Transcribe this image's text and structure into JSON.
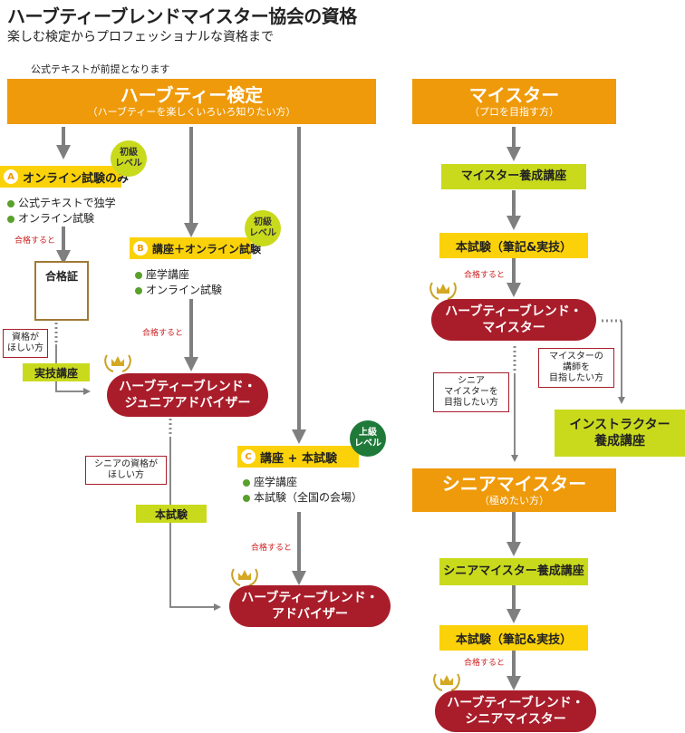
{
  "title": "ハーブティーブレンドマイスター協会の資格",
  "subtitle": "楽しむ検定からプロフェッショナルな資格まで",
  "note": "公式テキストが前提となります",
  "left_header": {
    "title": "ハーブティー検定",
    "subtitle": "（ハーブティーを楽しくいろいろ知りたい方）"
  },
  "right_header": {
    "title": "マイスター",
    "subtitle": "（プロを目指す方）"
  },
  "course_a": {
    "letter": "A",
    "label": "オンライン試験のみ",
    "level": [
      "初級",
      "レベル"
    ],
    "items": [
      "公式テキストで独学",
      "オンライン試験"
    ]
  },
  "course_b": {
    "letter": "B",
    "label": "講座＋オンライン試験",
    "level": [
      "初級",
      "レベル"
    ],
    "items": [
      "座学講座",
      "オンライン試験"
    ]
  },
  "course_c": {
    "letter": "C",
    "label": "講座 + 本試験",
    "level": [
      "上級",
      "レベル"
    ],
    "items": [
      "座学講座",
      "本試験（全国の会場）"
    ]
  },
  "pass_label": "合格すると",
  "certificate": "合格証",
  "want_cert": [
    "資格が",
    "ほしい方"
  ],
  "practical_course": "実技講座",
  "junior_advisor": [
    "ハーブティーブレンド・",
    "ジュニアアドバイザー"
  ],
  "want_senior_cert": [
    "シニアの資格が",
    "ほしい方"
  ],
  "main_exam": "本試験",
  "advisor": [
    "ハーブティーブレンド・",
    "アドバイザー"
  ],
  "meister_training": "マイスター養成講座",
  "exam_practical": "本試験（筆記&実技）",
  "meister": [
    "ハーブティーブレンド・",
    "マイスター"
  ],
  "aim_instructor": [
    "マイスターの",
    "講師を",
    "目指したい方"
  ],
  "aim_senior": [
    "シニア",
    "マイスターを",
    "目指したい方"
  ],
  "instructor_training": [
    "インストラクター",
    "養成講座"
  ],
  "senior_header": {
    "title": "シニアマイスター",
    "subtitle": "（極めたい方）"
  },
  "senior_training": "シニアマイスター養成講座",
  "senior_meister": [
    "ハーブティーブレンド・",
    "シニアマイスター"
  ],
  "colors": {
    "orange": "#ef9a0a",
    "yellow": "#fbd20a",
    "lime": "#c9da1d",
    "crimson": "#a91d2a",
    "arrow": "#7f7f7f",
    "green": "#1f7a3a"
  }
}
